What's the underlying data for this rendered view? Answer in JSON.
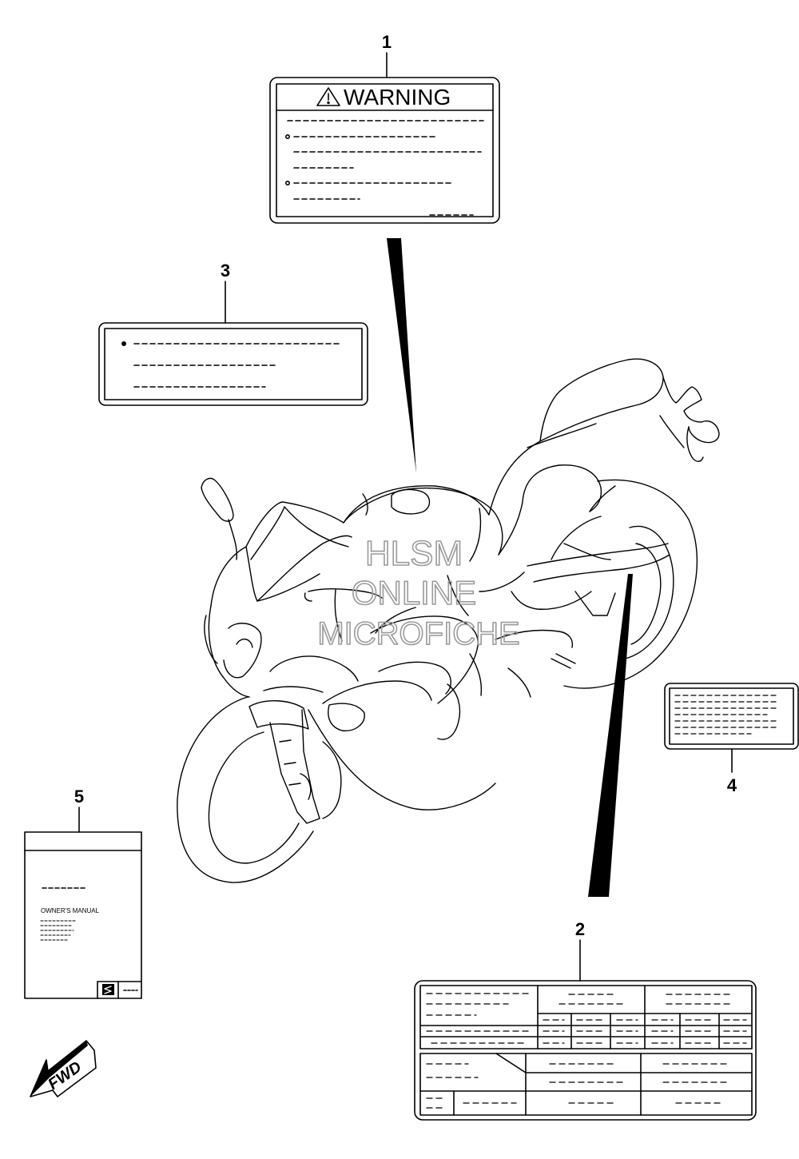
{
  "callouts": {
    "c1": "1",
    "c2": "2",
    "c3": "3",
    "c4": "4",
    "c5": "5"
  },
  "label_1": {
    "title": "WARNING"
  },
  "manual": {
    "title": "OWNER'S MANUAL"
  },
  "fwd_label": "FWD",
  "watermark": {
    "line1": "HLSM",
    "line2": "ONLINE",
    "line3": "MICROFICHE"
  }
}
